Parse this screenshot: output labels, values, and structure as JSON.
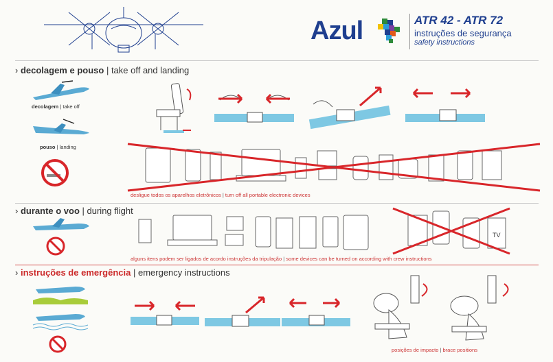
{
  "header": {
    "brand": "Azul",
    "models": "ATR 42 - ATR 72",
    "subtitle_pt": "instruções de segurança",
    "subtitle_en": "safety instructions",
    "icons": [
      "airplane-front-illustration",
      "azul-brazil-map-logo"
    ]
  },
  "sections": [
    {
      "title_pt": "decolagem e pouso",
      "title_en": "take off and landing"
    },
    {
      "title_pt": "durante o voo",
      "title_en": "during flight"
    },
    {
      "title_pt": "instruções de emergência",
      "title_en": "emergency instructions"
    }
  ],
  "takeoff": {
    "takeoff_label_pt": "decolagem",
    "takeoff_label_en": "take off",
    "landing_label_pt": "pouso",
    "landing_label_en": "landing",
    "devices_caption_pt": "desligue todos os aparelhos eletrônicos",
    "devices_caption_en": "turn off all portable electronic devices"
  },
  "flight": {
    "caption_pt": "alguns itens podem ser ligados de acordo instruções da tripulação",
    "caption_en": "some devices can be turned on according with crew instructions",
    "tv_label": "TV"
  },
  "emergency": {
    "brace_caption_pt": "posições de impacto",
    "brace_caption_en": "brace positions"
  },
  "colors": {
    "brand_blue": "#1f3f8f",
    "accent_red": "#d8262a",
    "light_blue": "#5aaad3",
    "seat_blue": "#7ec8e3"
  }
}
